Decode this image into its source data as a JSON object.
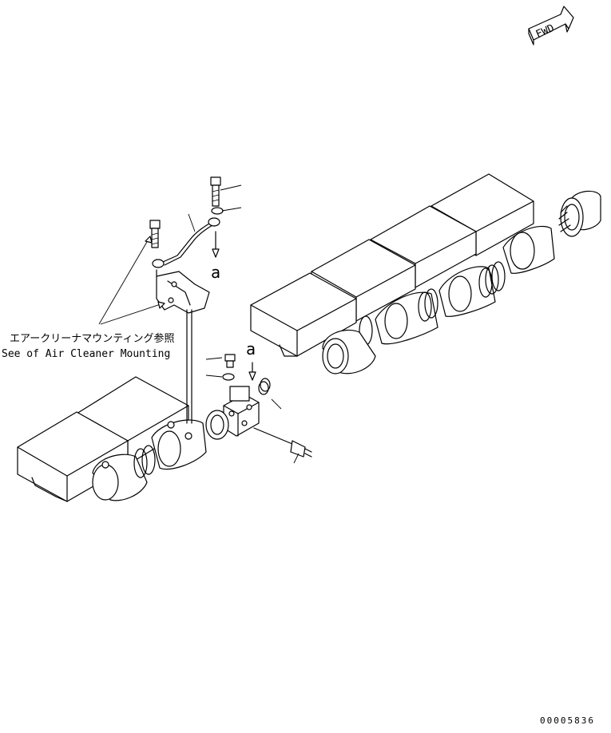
{
  "fwd_label": "FWD",
  "note_ja": "エアークリーナマウンティング参照",
  "note_en": "See of Air Cleaner Mounting",
  "ref_mark_upper": "a",
  "ref_mark_lower": "a",
  "drawing_number": "00005836"
}
